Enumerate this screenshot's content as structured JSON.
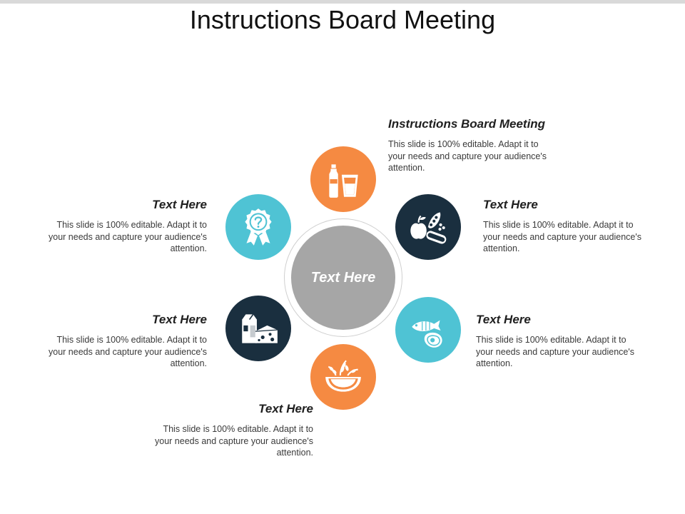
{
  "title": "Instructions Board Meeting",
  "center_label": "Text Here",
  "colors": {
    "orange": "#f58a42",
    "navy": "#1a2f3f",
    "cyan": "#4fc3d4",
    "center": "#a6a6a6"
  },
  "items": [
    {
      "heading": "Instructions Board Meeting",
      "body": "This slide is 100% editable. Adapt it to your needs and capture your audience's attention.",
      "icon": "bottle-glass-icon",
      "color": "orange"
    },
    {
      "heading": "Text Here",
      "body": "This slide is 100% editable. Adapt it to your needs and capture your audience's attention.",
      "icon": "apple-peapod-hotdog-icon",
      "color": "navy"
    },
    {
      "heading": "Text Here",
      "body": "This slide is 100% editable. Adapt it to your needs and capture your audience's attention.",
      "icon": "fish-steak-icon",
      "color": "cyan"
    },
    {
      "heading": "Text Here",
      "body": "This slide is 100% editable. Adapt it to your needs and capture your audience's attention.",
      "icon": "cereal-bowl-icon",
      "color": "orange"
    },
    {
      "heading": "Text Here",
      "body": "This slide is 100% editable. Adapt it to your needs and capture your audience's attention.",
      "icon": "milk-cheese-icon",
      "color": "navy"
    },
    {
      "heading": "Text Here",
      "body": "This slide is 100% editable. Adapt it to your needs and capture your audience's attention.",
      "icon": "award-question-icon",
      "color": "cyan"
    }
  ]
}
